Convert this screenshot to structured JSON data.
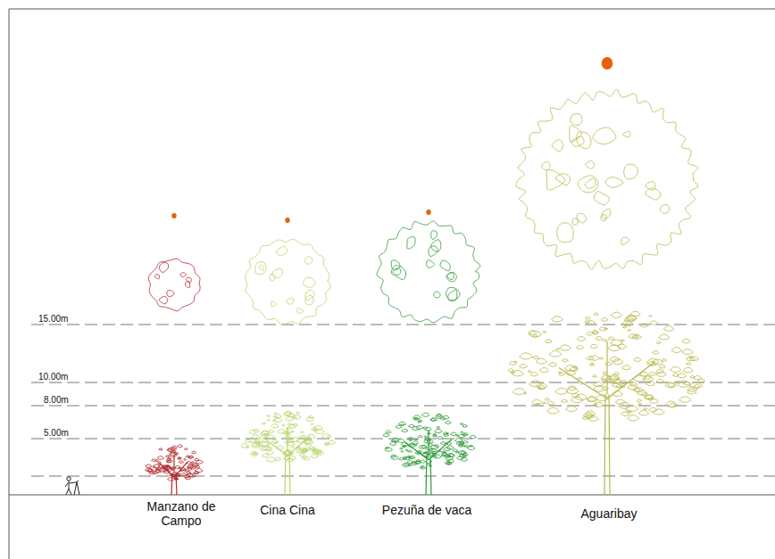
{
  "diagram": {
    "labels": [
      "15.00m",
      "10.00m",
      "8.00m",
      "5.00m",
      "Manzano de Campo",
      "Cina Cina",
      "Pezuña de vaca",
      "Aguaribay"
    ]
  }
}
